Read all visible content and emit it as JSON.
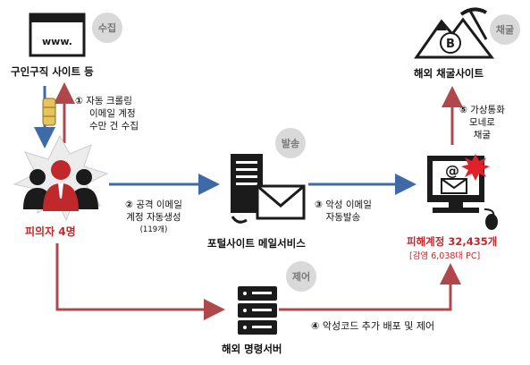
{
  "nodes": {
    "recruit_site": {
      "label": "구인구직 사이트 등",
      "icon_text": "www."
    },
    "suspects": {
      "label": "피의자 4명"
    },
    "portal": {
      "label": "포털사이트 메일서비스"
    },
    "victims": {
      "label": "피해계정 32,435개",
      "sub": "[감염 6,038대 PC]"
    },
    "mining_site": {
      "label": "해외 채굴사이트"
    },
    "command_server": {
      "label": "해외 명령서버"
    }
  },
  "tags": {
    "collect": "수집",
    "send": "발송",
    "control": "제어",
    "mining": "채굴"
  },
  "steps": {
    "s1": {
      "num": "①",
      "lines": [
        "자동 크롤링",
        "이메일 계정",
        "수만 건 수집"
      ]
    },
    "s2": {
      "num": "②",
      "lines": [
        "공격 이메일",
        "계정 자동생성"
      ],
      "note": "(119개)"
    },
    "s3": {
      "num": "③",
      "lines": [
        "악성 이메일",
        "자동발송"
      ]
    },
    "s4": {
      "num": "④",
      "lines": [
        "악성코드 추가 배포 및 제어"
      ]
    },
    "s5": {
      "num": "⑤",
      "lines": [
        "가상통화",
        "모네로",
        "채굴"
      ]
    }
  },
  "colors": {
    "blue_arrow": "#3f6aa8",
    "red_arrow": "#b0484b",
    "victim_text": "#c0282b",
    "icon_dark": "#1b1b1b",
    "tag_bg": "#d9d9d9"
  }
}
